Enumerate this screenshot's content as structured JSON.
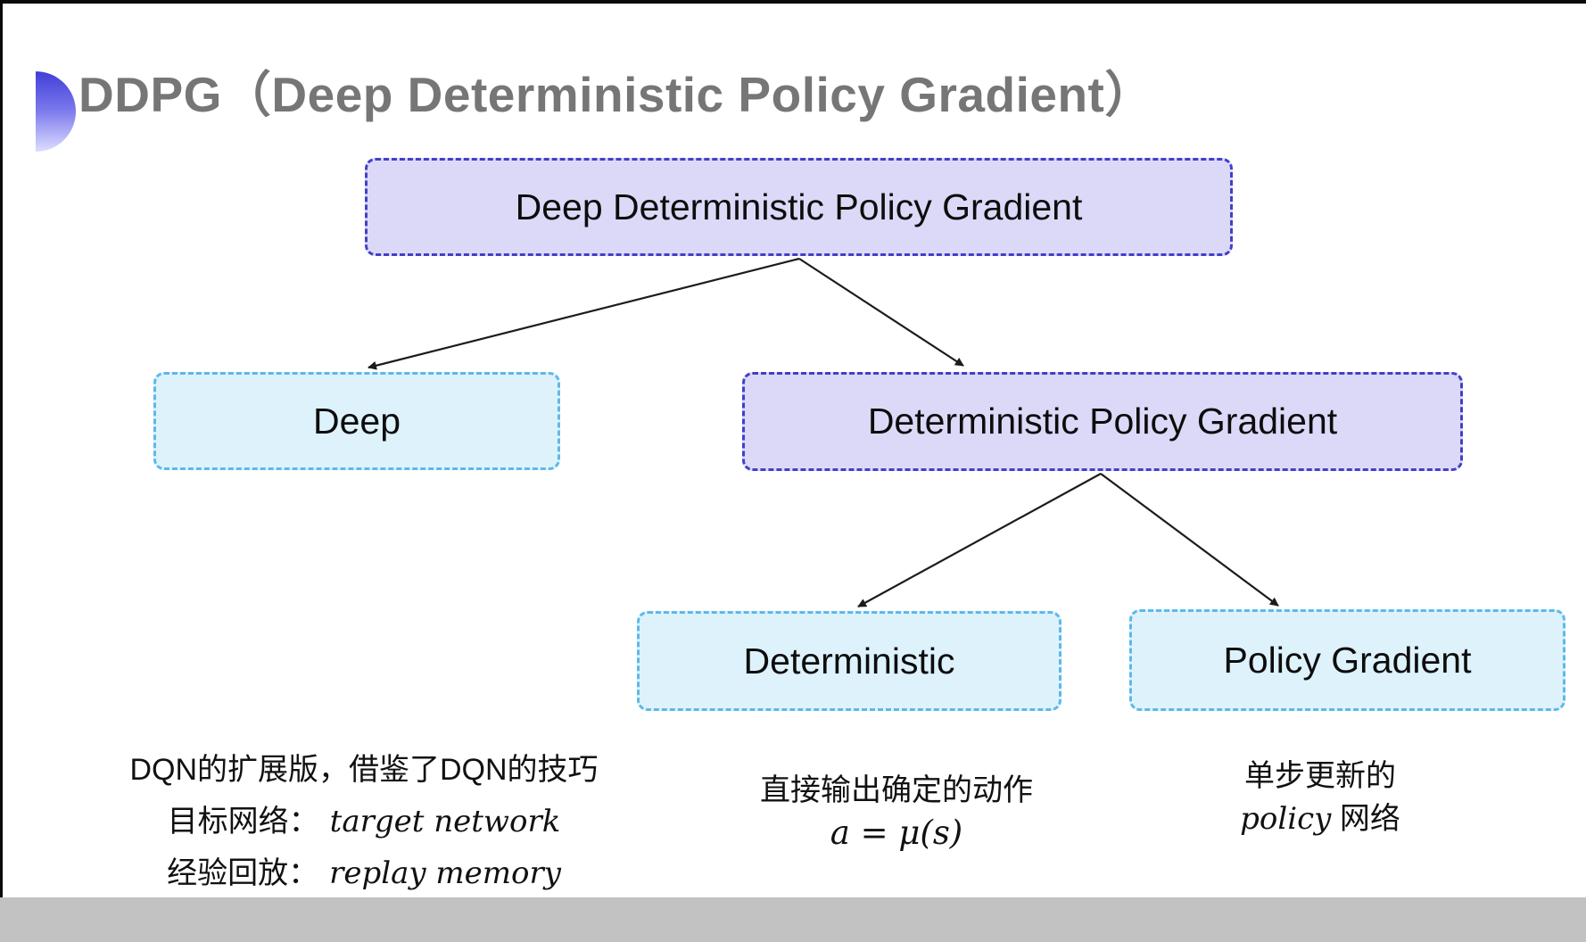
{
  "page": {
    "title": "DDPG（Deep Deterministic Policy Gradient）"
  },
  "diagram": {
    "nodes": {
      "root": {
        "label": "Deep Deterministic Policy Gradient"
      },
      "deep": {
        "label": "Deep"
      },
      "dpg": {
        "label": "Deterministic Policy Gradient"
      },
      "deterministic": {
        "label": "Deterministic"
      },
      "policy_gradient": {
        "label": "Policy Gradient"
      }
    },
    "colors": {
      "purple_fill": "#dcd9f8",
      "purple_border": "#4140c8",
      "cyan_fill": "#def2fc",
      "cyan_border": "#5cb9e8",
      "arrow": "#1c1c1c",
      "title_gray": "#767676"
    }
  },
  "notes": {
    "deep": {
      "line1": "DQN的扩展版，借鉴了DQN的技巧",
      "line2_label": "目标网络：",
      "line2_value": "target network",
      "line3_label": "经验回放：",
      "line3_value": "replay memory"
    },
    "deterministic": {
      "line1": "直接输出确定的动作",
      "formula": "a = μ(s)"
    },
    "policy_gradient": {
      "line1": "单步更新的",
      "line2_italic": "policy",
      "line2_rest": " 网络"
    }
  }
}
